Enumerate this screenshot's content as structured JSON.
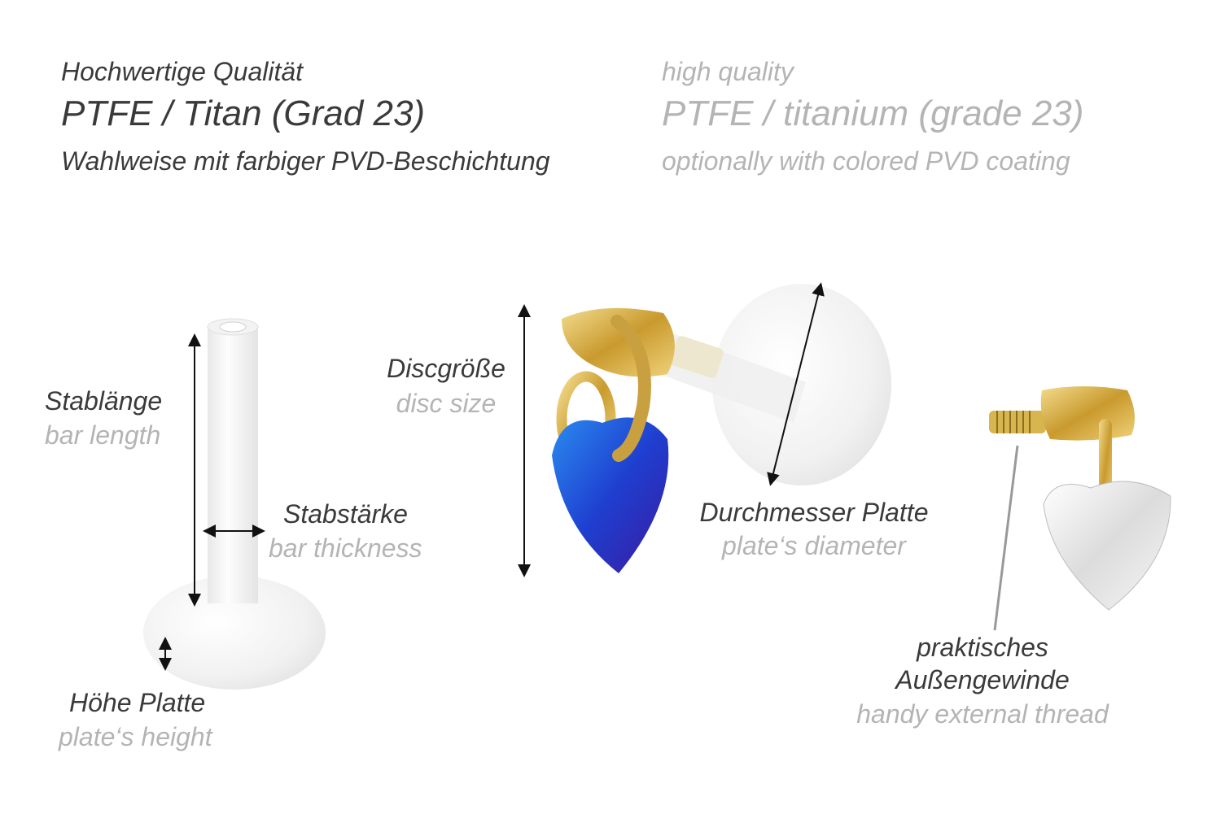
{
  "header": {
    "de": {
      "line1": "Hochwertige Qualität",
      "line2": "PTFE / Titan (Grad 23)",
      "line3": "Wahlweise mit farbiger PVD-Beschichtung"
    },
    "en": {
      "line1": "high quality",
      "line2": "PTFE / titanium (grade 23)",
      "line3": "optionally with colored PVD coating"
    }
  },
  "labels": {
    "bar_length": {
      "de": "Stablänge",
      "en": "bar length"
    },
    "bar_thickness": {
      "de": "Stabstärke",
      "en": "bar thickness"
    },
    "disc_size": {
      "de": "Discgröße",
      "en": "disc size"
    },
    "plate_diameter": {
      "de": "Durchmesser Platte",
      "en": "plate‘s diameter"
    },
    "plate_height": {
      "de": "Höhe Platte",
      "en": "plate‘s height"
    },
    "external_thread": {
      "de_line1": "praktisches",
      "de_line2": "Außengewinde",
      "en": "handy external thread"
    }
  },
  "colors": {
    "text_dark": "#3a3a3a",
    "text_grey": "#b4b4b4",
    "gold": "#d9b44a",
    "gem_blue": "#1f4fd6"
  }
}
